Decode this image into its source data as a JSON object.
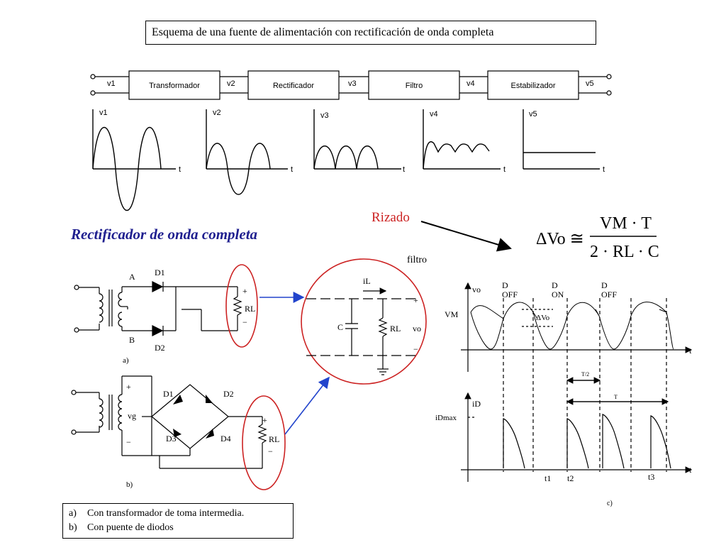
{
  "title": "Esquema de una fuente de alimentación con rectificación de onda completa",
  "blocks": [
    "Transformador",
    "Rectificador",
    "Filtro",
    "Estabilizador"
  ],
  "nodes": [
    "v1",
    "v2",
    "v3",
    "v4",
    "v5"
  ],
  "wave_axis_label": "t",
  "section_title": "Rectificador de onda completa",
  "rizado_label": "Rizado",
  "filtro_label": "filtro",
  "formula": {
    "lhs": "ΔVo ≅",
    "numerator": "VM · T",
    "denominator": "2 · RL · C"
  },
  "circuit_a": {
    "A": "A",
    "B": "B",
    "D1": "D1",
    "D2": "D2",
    "RL": "RL",
    "tag": "a)"
  },
  "circuit_b": {
    "vg": "vg",
    "D1": "D1",
    "D2": "D2",
    "D3": "D3",
    "D4": "D4",
    "RL": "RL",
    "tag": "b)"
  },
  "zoom": {
    "iL": "iL",
    "C": "C",
    "RL": "RL",
    "vo": "vo"
  },
  "timing": {
    "vo": "vo",
    "VM": "VM",
    "dVo": "ΔVo",
    "iD": "iD",
    "iDmax": "iDmax",
    "t": "t",
    "T2": "T/2",
    "T": "T",
    "marks": [
      "t1",
      "t2",
      "t3"
    ],
    "states": [
      {
        "d": "D",
        "s": "OFF"
      },
      {
        "d": "D",
        "s": "ON"
      },
      {
        "d": "D",
        "s": "OFF"
      }
    ],
    "tag": "c)"
  },
  "legend": [
    {
      "key": "a)",
      "text": "Con transformador de toma intermedia."
    },
    {
      "key": "b)",
      "text": "Con puente de diodos"
    }
  ],
  "colors": {
    "red": "#cc2222",
    "blue": "#2244cc",
    "title": "#1f1f8f"
  }
}
